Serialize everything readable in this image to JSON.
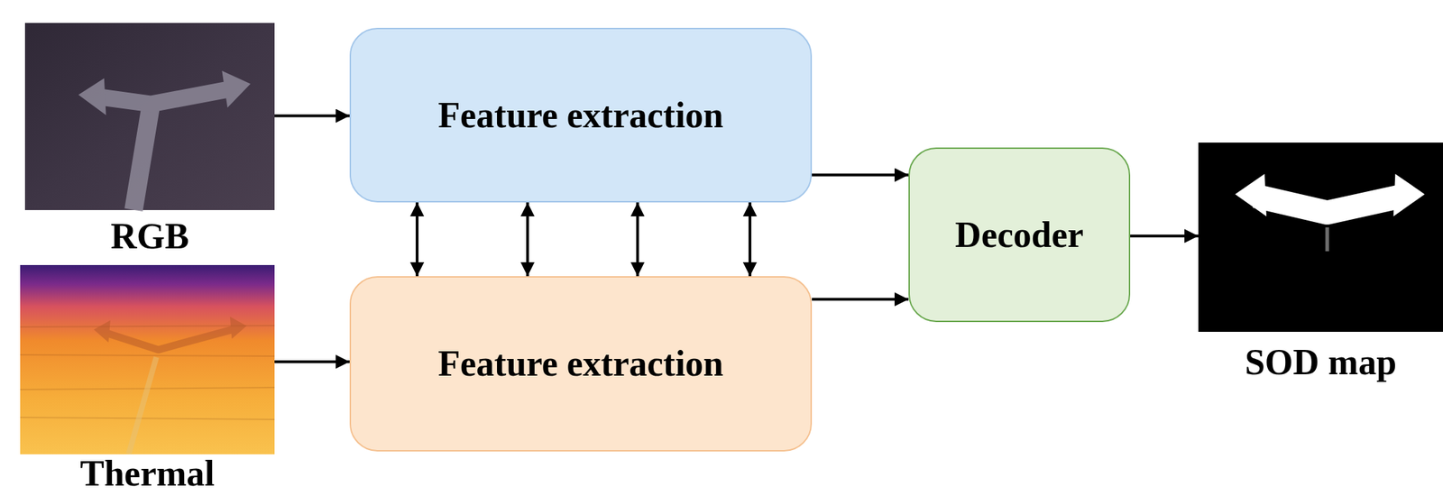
{
  "diagram": {
    "nodes": [
      {
        "text": [
          "RGB"
        ]
      },
      {
        "text": [
          "Thermal"
        ]
      },
      {
        "text": [
          "Feature extraction"
        ]
      },
      {
        "text": [
          "Feature extraction"
        ]
      },
      {
        "text": [
          "Decoder"
        ]
      },
      {
        "text": [
          "SOD map"
        ]
      }
    ],
    "edges": [
      {
        "from": 0,
        "to": 2,
        "arrow": "to"
      },
      {
        "from": 1,
        "to": 3,
        "arrow": "to"
      },
      {
        "from": 2,
        "to": 3,
        "arrow": "both"
      },
      {
        "from": 2,
        "to": 3,
        "arrow": "both"
      },
      {
        "from": 2,
        "to": 3,
        "arrow": "both"
      },
      {
        "from": 2,
        "to": 3,
        "arrow": "both"
      },
      {
        "from": 2,
        "to": 4,
        "arrow": "to"
      },
      {
        "from": 3,
        "to": 4,
        "arrow": "to"
      },
      {
        "from": 4,
        "to": 5,
        "arrow": "to"
      }
    ]
  }
}
